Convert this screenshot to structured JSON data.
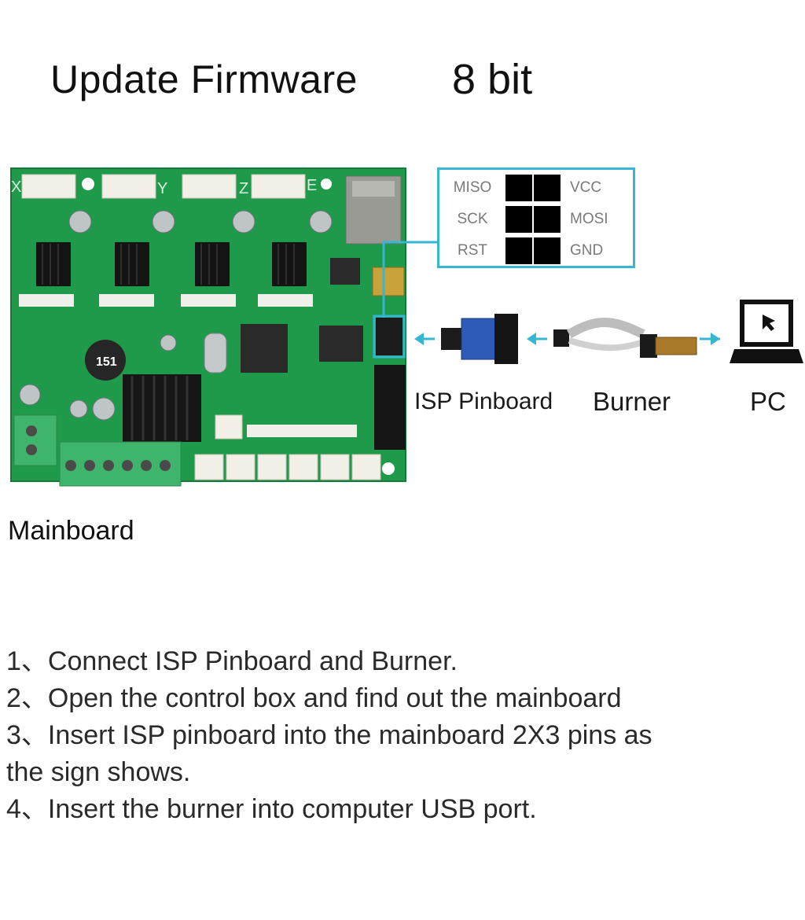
{
  "header": {
    "title": "Update Firmware",
    "bits": "8 bit"
  },
  "pinout": {
    "left": [
      "MISO",
      "SCK",
      "RST"
    ],
    "right": [
      "VCC",
      "MOSI",
      "GND"
    ]
  },
  "board_labels": {
    "axes": [
      "X",
      "Y",
      "Z",
      "E"
    ],
    "inductor": "151"
  },
  "captions": {
    "isp": "ISP Pinboard",
    "burner": "Burner",
    "pc": "PC",
    "mainboard": "Mainboard"
  },
  "steps": [
    "1、Connect ISP Pinboard and Burner.",
    "2、Open the control box and find out the mainboard",
    "3、Insert ISP pinboard into the mainboard 2X3 pins as",
    "the sign shows.",
    "4、Insert the burner into computer USB port."
  ],
  "colors": {
    "accent": "#35b7d3",
    "pcb": "#1e9a4a",
    "terminal": "#3fb46b"
  }
}
